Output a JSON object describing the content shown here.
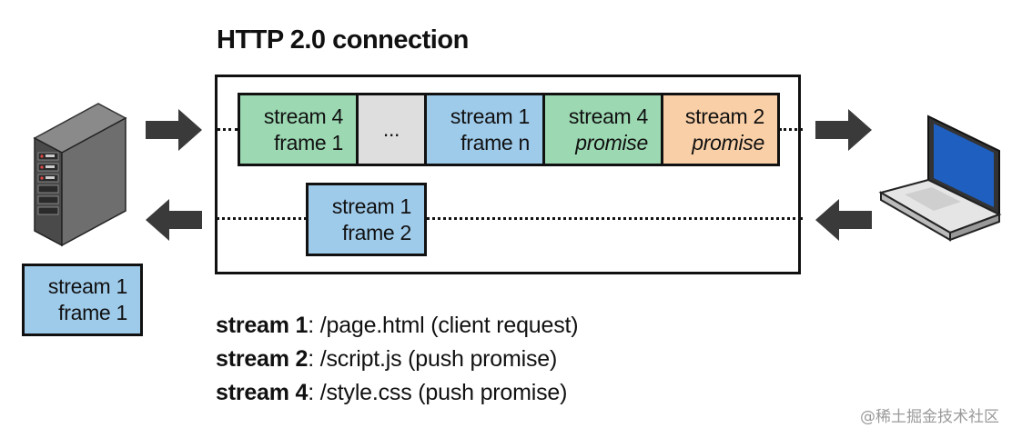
{
  "title": "HTTP 2.0 connection",
  "top_row": [
    {
      "line1": "stream 4",
      "line2": "frame 1",
      "color": "#9cd8b2"
    },
    {
      "line1": "...",
      "color": "#dedede"
    },
    {
      "line1": "stream 1",
      "line2": "frame n",
      "color": "#9fcbeb"
    },
    {
      "line1": "stream 4",
      "line2": "promise",
      "color": "#9cd8b2"
    },
    {
      "line1": "stream 2",
      "line2": "promise",
      "color": "#f9cfa7"
    }
  ],
  "bottom_frame": {
    "line1": "stream 1",
    "line2": "frame 2",
    "color": "#9fcbeb"
  },
  "server_frame": {
    "line1": "stream 1",
    "line2": "frame 1",
    "color": "#9fcbeb"
  },
  "icons": {
    "server": "server-icon",
    "laptop": "laptop-icon",
    "arrow": "arrow-icon"
  },
  "legend": [
    {
      "stream": "stream 1",
      "desc": ": /page.html  (client request)"
    },
    {
      "stream": "stream 2",
      "desc": ": /script.js  (push promise)"
    },
    {
      "stream": "stream 4",
      "desc": ": /style.css  (push promise)"
    }
  ],
  "watermark": "@稀土掘金技术社区"
}
